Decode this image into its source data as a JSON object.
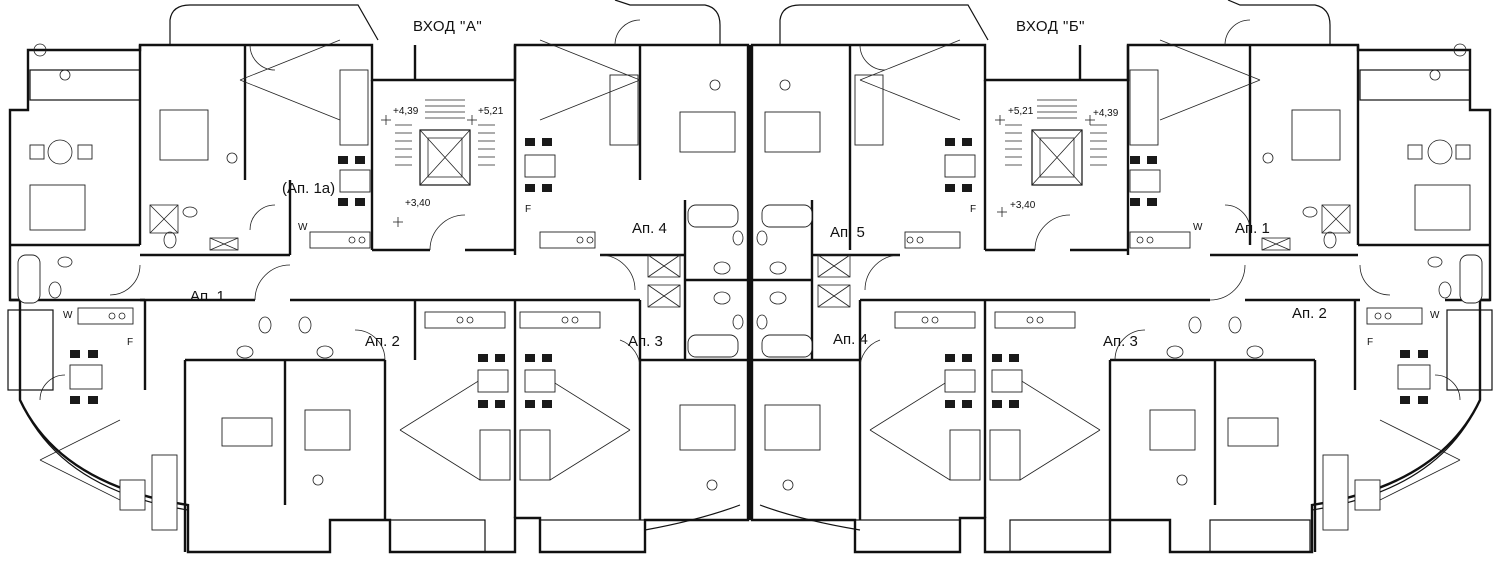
{
  "entrances": [
    {
      "label": "ВХОД \"А\""
    },
    {
      "label": "ВХОД \"Б\""
    }
  ],
  "apartments": {
    "a_1": "Ап. 1",
    "a_1a": "(Ап. 1а)",
    "a_2": "Ап. 2",
    "a_3": "Ап. 3",
    "a_4": "Ап. 4",
    "b_5": "Ап. 5",
    "b_4": "Ап. 4",
    "b_3": "Ап. 3",
    "b_1": "Ап. 1",
    "b_2": "Ап. 2"
  },
  "levels": {
    "a_439": "+4,39",
    "a_521": "+5,21",
    "a_340": "+3,40",
    "b_521": "+5,21",
    "b_439": "+4,39",
    "b_340": "+3,40"
  },
  "fixture_marks": {
    "washer": "W",
    "fridge": "F"
  }
}
